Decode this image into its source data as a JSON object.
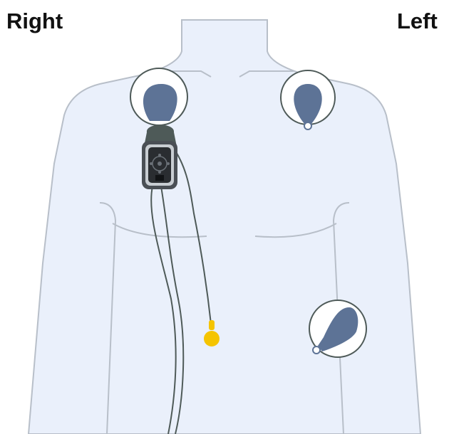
{
  "labels": {
    "right": "Right",
    "left": "Left"
  },
  "colors": {
    "skin": "#eaf0fb",
    "outline": "#b8bfc9",
    "electrode_ring": "#ffffff",
    "electrode_pad": "#5d7396",
    "device_body": "#4a4f55",
    "lead_wire": "#4e5a58",
    "yellow_connector": "#f5c400"
  },
  "icons": [
    "torso-outline",
    "electrode-pad",
    "ecg-monitor-device",
    "lead-wire",
    "yellow-lead-connector"
  ]
}
